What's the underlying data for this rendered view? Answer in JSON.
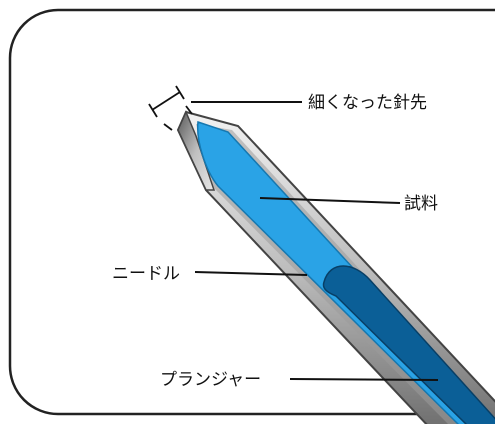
{
  "diagram": {
    "labels": {
      "tip": "細くなった針先",
      "sample": "試料",
      "needle": "ニードル",
      "plunger": "プランジャー"
    },
    "colors": {
      "frame": "#222222",
      "needle_outer": "#d7d7d7",
      "needle_edge": "#4a4a4a",
      "sample": "#2aa3e6",
      "plunger": "#0b5f97",
      "leader": "#111111"
    }
  }
}
